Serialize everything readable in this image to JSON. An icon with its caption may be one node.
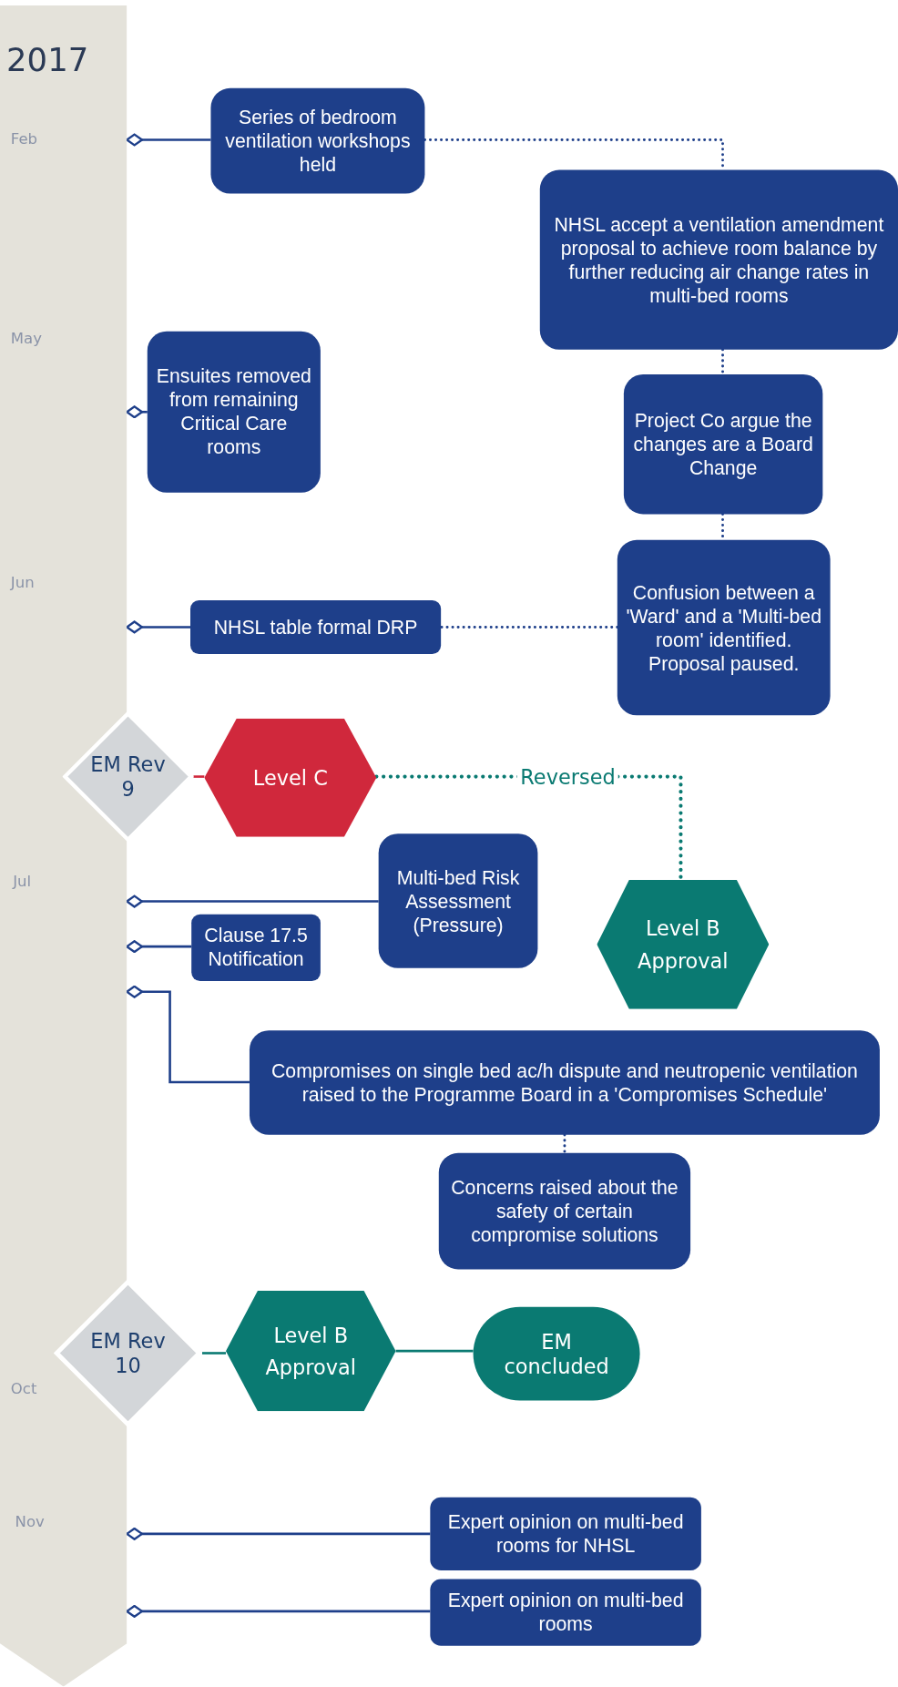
{
  "diagram": {
    "nodes": [
      {
        "text": [
          "2017"
        ]
      },
      {
        "text": [
          "Series of bedroom ventilation workshops held"
        ]
      },
      {
        "text": [
          "NHSL accept a ventilation amendment proposal to achieve room balance by further reducing air change rates in multi-bed rooms"
        ]
      },
      {
        "text": [
          "Ensuites removed from remaining Critical Care rooms"
        ]
      },
      {
        "text": [
          "Project Co argue the changes are a Board Change"
        ]
      },
      {
        "text": [
          "Confusion between a 'Ward' and a 'Multi-bed room' identified. Proposal paused."
        ]
      },
      {
        "text": [
          "NHSL table formal DRP"
        ]
      },
      {
        "text": [
          "EM Rev 9"
        ]
      },
      {
        "text": [
          "Level C"
        ]
      },
      {
        "text": [
          "Level B Approval"
        ]
      },
      {
        "text": [
          "Multi-bed Risk Assessment (Pressure)"
        ]
      },
      {
        "text": [
          "Clause 17.5 Notification"
        ]
      },
      {
        "text": [
          "Compromises on single bed ac/h dispute and neutropenic ventilation raised to the Programme Board in a 'Compromises Schedule'"
        ]
      },
      {
        "text": [
          "Concerns raised about the safety of certain compromise solutions"
        ]
      },
      {
        "text": [
          "EM Rev 10"
        ]
      },
      {
        "text": [
          "Level B Approval"
        ]
      },
      {
        "text": [
          "EM concluded"
        ]
      },
      {
        "text": [
          "Expert opinion on multi-bed rooms for NHSL"
        ]
      },
      {
        "text": [
          "Expert opinion on multi-bed rooms"
        ]
      }
    ],
    "edges": [
      {
        "from": 0,
        "to": 1,
        "arrow": "other"
      },
      {
        "from": 1,
        "to": 2,
        "arrow": "none",
        "style": "dashed"
      },
      {
        "from": 2,
        "to": 4,
        "arrow": "none",
        "style": "dashed"
      },
      {
        "from": 4,
        "to": 5,
        "arrow": "none",
        "style": "dashed"
      },
      {
        "from": 5,
        "to": 6,
        "arrow": "none",
        "style": "dashed"
      },
      {
        "from": 0,
        "to": 3,
        "arrow": "other"
      },
      {
        "from": 0,
        "to": 6,
        "arrow": "other"
      },
      {
        "from": 7,
        "to": 8,
        "arrow": "none",
        "color": "#d0283c"
      },
      {
        "from": 8,
        "to": 9,
        "arrow": "none",
        "style": "dashed",
        "color": "#0a7a72",
        "label": "Reversed"
      },
      {
        "from": 0,
        "to": 10,
        "arrow": "other"
      },
      {
        "from": 0,
        "to": 11,
        "arrow": "other"
      },
      {
        "from": 0,
        "to": 12,
        "arrow": "other"
      },
      {
        "from": 12,
        "to": 13,
        "arrow": "none",
        "style": "dashed"
      },
      {
        "from": 14,
        "to": 15,
        "arrow": "none",
        "color": "#0a7a72"
      },
      {
        "from": 15,
        "to": 16,
        "arrow": "none",
        "color": "#0a7a72"
      },
      {
        "from": 0,
        "to": 17,
        "arrow": "other"
      },
      {
        "from": 0,
        "to": 18,
        "arrow": "other"
      }
    ],
    "labels": [
      "Feb",
      "May",
      "Jun",
      "Jul",
      "Oct",
      "Nov"
    ]
  }
}
